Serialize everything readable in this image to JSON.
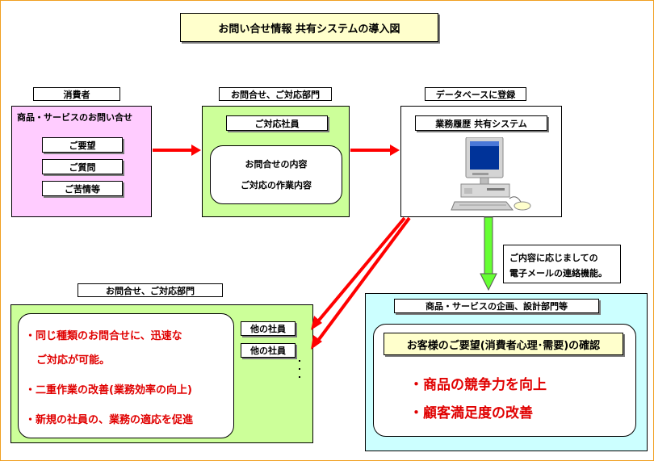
{
  "title": "お問い合せ情報  共有システムの導入図",
  "consumer": {
    "header": "消費者",
    "box_title": "商品・サービスのお問い合せ",
    "items": [
      "ご要望",
      "ご質問",
      "ご苦情等"
    ]
  },
  "dept_top": {
    "header": "お問合せ、ご対応部門",
    "staff_label": "ご対応社員",
    "lines": [
      "お問合せの内容",
      "ご対応の作業内容"
    ]
  },
  "database": {
    "header": "データベースに登録",
    "system_label": "業務履歴  共有システム"
  },
  "note": {
    "lines": [
      "ご内容に応じましての",
      "電子メールの連絡機能。"
    ]
  },
  "dept_bottom": {
    "header": "お問合せ、ご対応部門",
    "benefits": [
      "・同じ種類のお問合せに、迅速な",
      "ご対応が可能。",
      "・二重作業の改善(業務効率の向上)",
      "・新規の社員の、業務の適応を促進"
    ],
    "other_staff": [
      "他の社員",
      "他の社員"
    ]
  },
  "planning": {
    "header": "商品・サービスの企画、設計部門等",
    "confirm": "お客様のご要望(消費者心理･需要)の確認",
    "results": [
      "・商品の競争力を向上",
      "・顧客満足度の改善"
    ]
  },
  "colors": {
    "consumer_bg": "#ffccff",
    "dept_bg": "#ccff99",
    "planning_bg": "#ccffff",
    "title_bg": "#ffffcc",
    "red_arrow": "#ff0000",
    "green_arrow": "#66ff33",
    "text_red": "#e00000"
  },
  "icons": [
    "computer-icon"
  ]
}
